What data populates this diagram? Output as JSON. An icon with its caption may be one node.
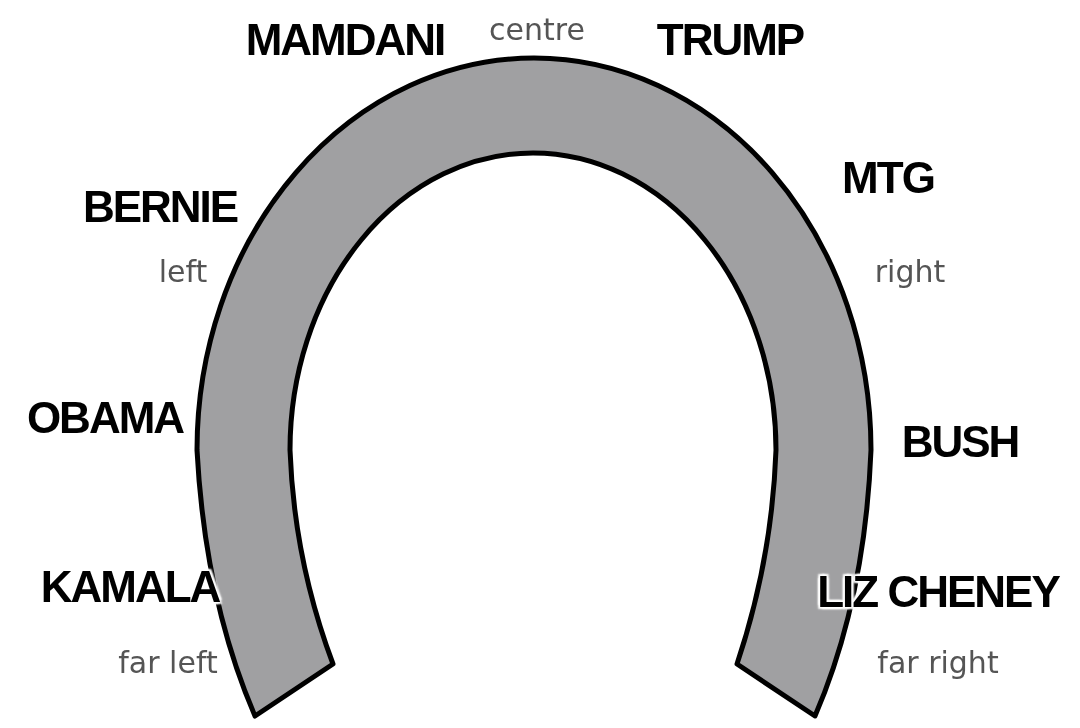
{
  "diagram": {
    "labels": [
      "MAMDANI",
      "centre",
      "TRUMP",
      "MTG",
      "BERNIE",
      "left",
      "right",
      "OBAMA",
      "BUSH",
      "KAMALA",
      "LIZ CHENEY",
      "far left",
      "far right"
    ]
  }
}
